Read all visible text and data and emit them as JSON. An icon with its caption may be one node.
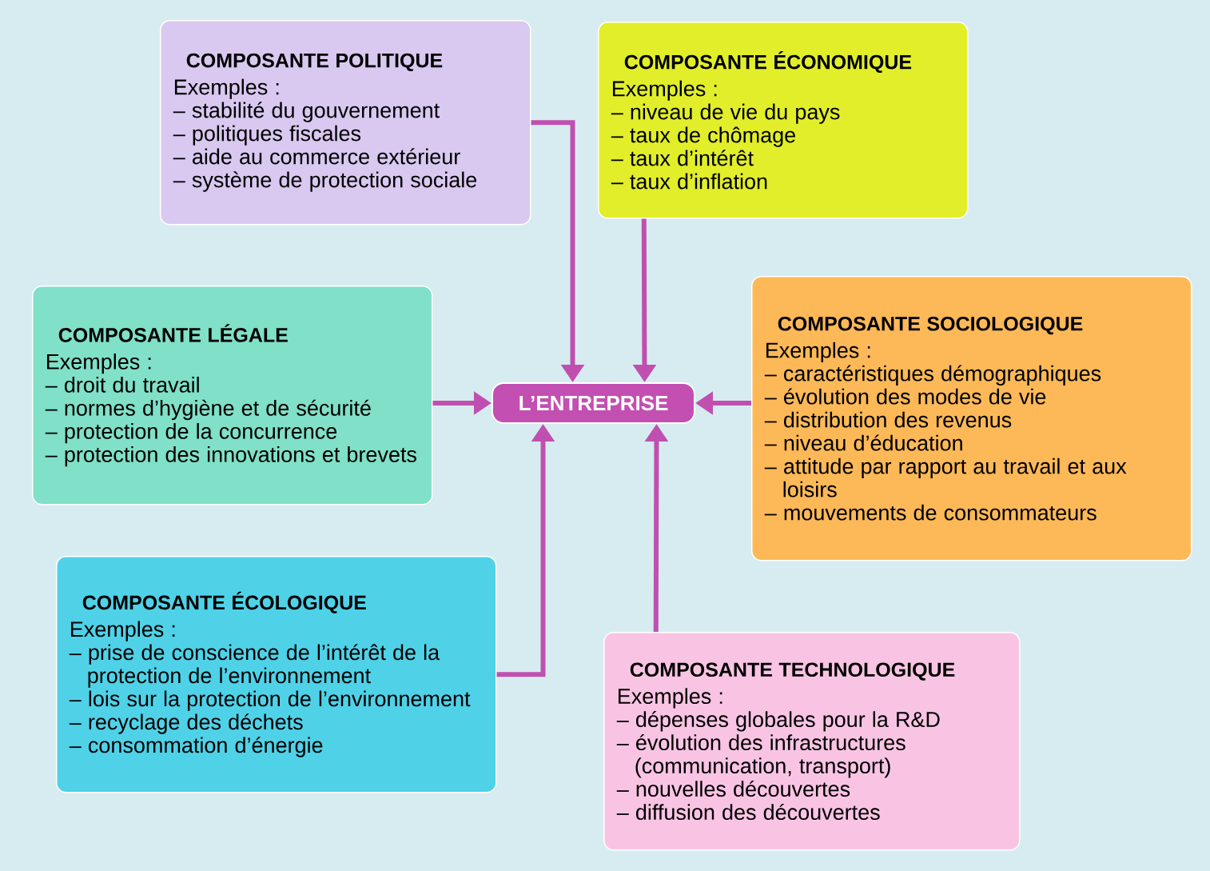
{
  "diagram": {
    "nodes": [
      {
        "text": [
          "COMPOSANTE POLITIQUE",
          "Exemples :",
          "– stabilité du gouvernement",
          "– politiques fiscales",
          "– aide au commerce extérieur",
          "– système de protection sociale"
        ]
      },
      {
        "text": [
          "COMPOSANTE ÉCONOMIQUE",
          "Exemples :",
          "– niveau de vie du pays",
          "– taux de chômage",
          "– taux d’intérêt",
          "– taux d’inflation"
        ]
      },
      {
        "text": [
          "COMPOSANTE LÉGALE",
          "Exemples :",
          "– droit du travail",
          "– normes d’hygiène et de sécurité",
          "– protection de la concurrence",
          "– protection des innovations et brevets"
        ]
      },
      {
        "text": [
          "L’ENTREPRISE"
        ]
      },
      {
        "text": [
          "COMPOSANTE SOCIOLOGIQUE",
          "Exemples :",
          "– caractéristiques démographiques",
          "– évolution des modes de vie",
          "– distribution des revenus",
          "– niveau d’éducation",
          "– attitude par rapport au travail et aux loisirs",
          "– mouvements de consommateurs"
        ]
      },
      {
        "text": [
          "COMPOSANTE ÉCOLOGIQUE",
          "Exemples :",
          "– prise de conscience de l’intérêt de la protection de l’environnement",
          "– lois sur la protection de l’environnement",
          "– recyclage des déchets",
          "– consommation d’énergie"
        ]
      },
      {
        "text": [
          "COMPOSANTE TECHNOLOGIQUE",
          "Exemples :",
          "– dépenses globales pour la R&D",
          "– évolution des infrastructures (communication, transport)",
          "– nouvelles découvertes",
          "– diffusion des découvertes"
        ]
      }
    ],
    "edges": [
      {
        "from": 0,
        "to": 3,
        "arrow": "to"
      },
      {
        "from": 1,
        "to": 3,
        "arrow": "to"
      },
      {
        "from": 2,
        "to": 3,
        "arrow": "to"
      },
      {
        "from": 4,
        "to": 3,
        "arrow": "to"
      },
      {
        "from": 5,
        "to": 3,
        "arrow": "to"
      },
      {
        "from": 6,
        "to": 3,
        "arrow": "to"
      }
    ]
  }
}
